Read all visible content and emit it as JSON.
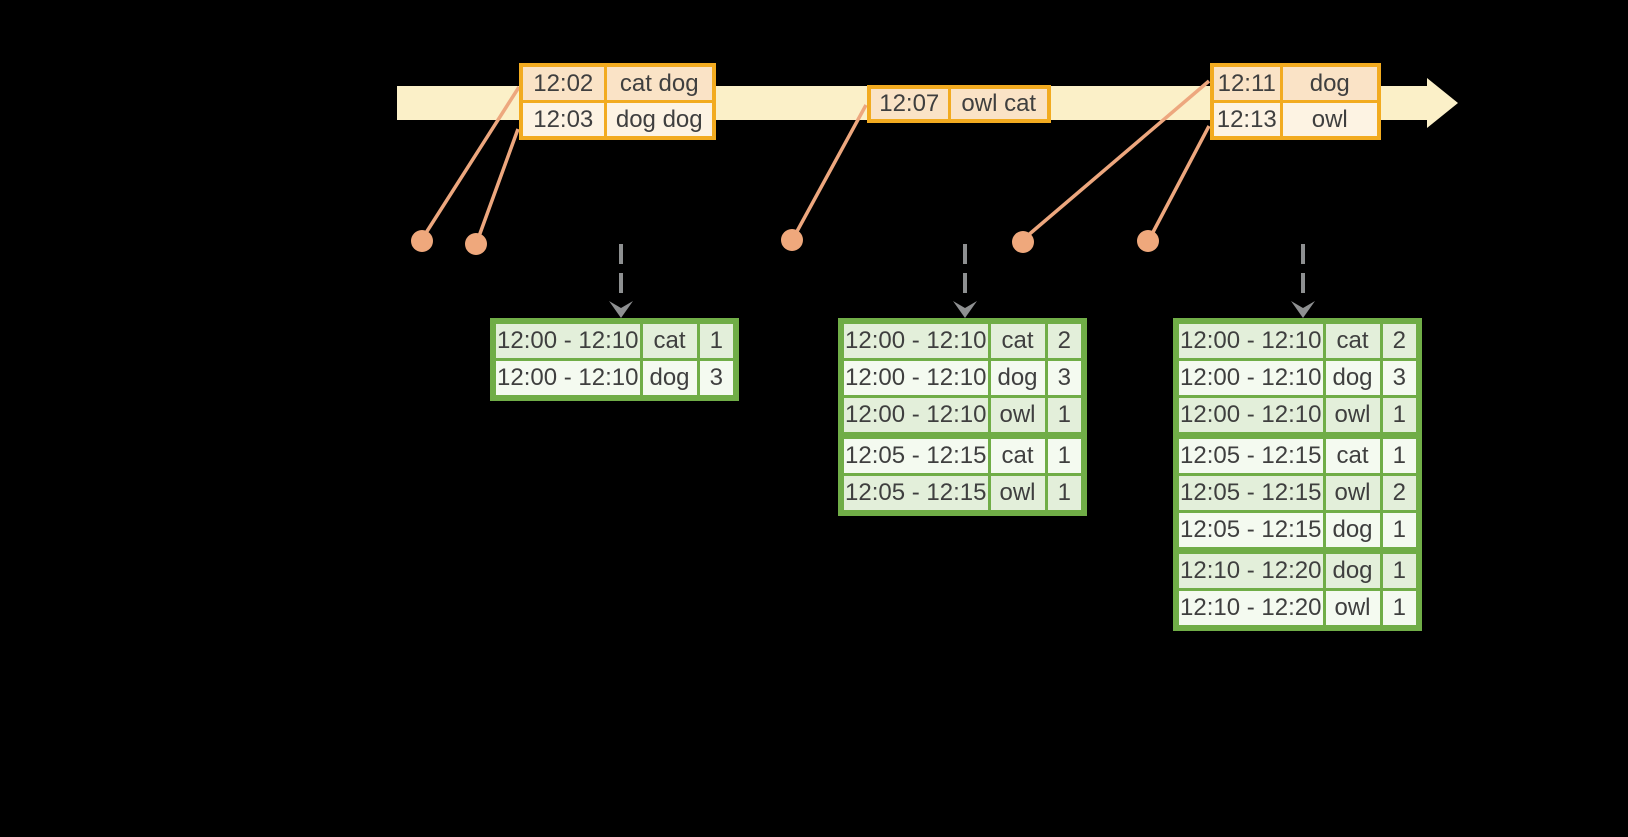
{
  "timeline": {
    "event_tables": [
      {
        "rows": [
          {
            "time": "12:02",
            "words": "cat dog"
          },
          {
            "time": "12:03",
            "words": "dog dog"
          }
        ]
      },
      {
        "rows": [
          {
            "time": "12:07",
            "words": "owl cat"
          }
        ]
      },
      {
        "rows": [
          {
            "time": "12:11",
            "words": "dog"
          },
          {
            "time": "12:13",
            "words": "owl"
          }
        ]
      }
    ]
  },
  "result_tables": [
    {
      "rows": [
        {
          "window": "12:00 - 12:10",
          "word": "cat",
          "count": "1"
        },
        {
          "window": "12:00 - 12:10",
          "word": "dog",
          "count": "3"
        }
      ]
    },
    {
      "rows": [
        {
          "window": "12:00 - 12:10",
          "word": "cat",
          "count": "2"
        },
        {
          "window": "12:00 - 12:10",
          "word": "dog",
          "count": "3"
        },
        {
          "window": "12:00 - 12:10",
          "word": "owl",
          "count": "1"
        },
        {
          "window": "12:05 - 12:15",
          "word": "cat",
          "count": "1",
          "new_window": true
        },
        {
          "window": "12:05 - 12:15",
          "word": "owl",
          "count": "1"
        }
      ]
    },
    {
      "rows": [
        {
          "window": "12:00 - 12:10",
          "word": "cat",
          "count": "2"
        },
        {
          "window": "12:00 - 12:10",
          "word": "dog",
          "count": "3"
        },
        {
          "window": "12:00 - 12:10",
          "word": "owl",
          "count": "1"
        },
        {
          "window": "12:05 - 12:15",
          "word": "cat",
          "count": "1",
          "new_window": true
        },
        {
          "window": "12:05 - 12:15",
          "word": "owl",
          "count": "2"
        },
        {
          "window": "12:05 - 12:15",
          "word": "dog",
          "count": "1"
        },
        {
          "window": "12:10 - 12:20",
          "word": "dog",
          "count": "1",
          "new_window": true
        },
        {
          "window": "12:10 - 12:20",
          "word": "owl",
          "count": "1"
        }
      ]
    },
    {
      "note_icons": [
        "trigger-down-arrow"
      ]
    }
  ],
  "colors": {
    "background": "#000000",
    "timeline_band": "#fbf0c8",
    "event_table_border": "#f2ab20",
    "event_row_peach": "#fae3c6",
    "event_row_cream": "#fdf3e3",
    "connector_salmon": "#eda77e",
    "trigger_arrow_gray": "#8e9091",
    "result_table_border": "#70ad47",
    "result_row_green": "#e3efda",
    "result_row_white": "#f4faf0",
    "text": "#3f3f3f"
  }
}
